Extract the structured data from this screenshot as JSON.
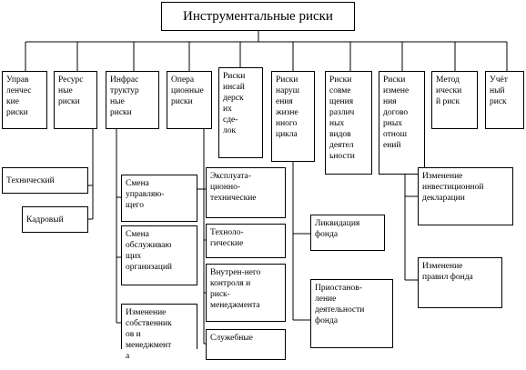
{
  "root": "Инструментальные риски",
  "top_categories": [
    "Управ\nленчес\nкие\nриски",
    "Ресурс\nные\nриски",
    "Инфрас\nтруктур\nные\nриски",
    "Опера\nционные\nриски",
    "Риски\nинсай\nдерск\nих\nсде-\nлок",
    "Риски\nнаруш\nения\nжизне\nнного\nцикла",
    "Риски\nсовме\nщения\nразлич\nных\nвидов\nдеятел\nьности",
    "Риски\nизмене\nния\nдогово\nрных\nотнош\nений",
    "Метод\nически\nй риск",
    "Учёт\nный\nриск"
  ],
  "resource_risks": [
    "Технический",
    "Кадровый"
  ],
  "infrastructure_risks": [
    "Смена\nуправляю-\nщего",
    "Смена\nобслуживаю\nщих\nорганизаций",
    "Изменение\nсобственник\nов и\nменеджмент\nа"
  ],
  "operational_risks": [
    "Эксплуата-\nционно-\nтехнические",
    "Техноло-\nгические",
    "Внутрен-него\nконтроля и\nриск-\nменеджмента",
    "Служебные"
  ],
  "lifecycle_risks": [
    "Ликвидация\nфонда",
    "Приостанов-\nление\nдеятельности\nфонда"
  ],
  "contract_risks": [
    "Изменение\nинвестиционной\nдекларации",
    "Изменение\nправил фонда"
  ]
}
